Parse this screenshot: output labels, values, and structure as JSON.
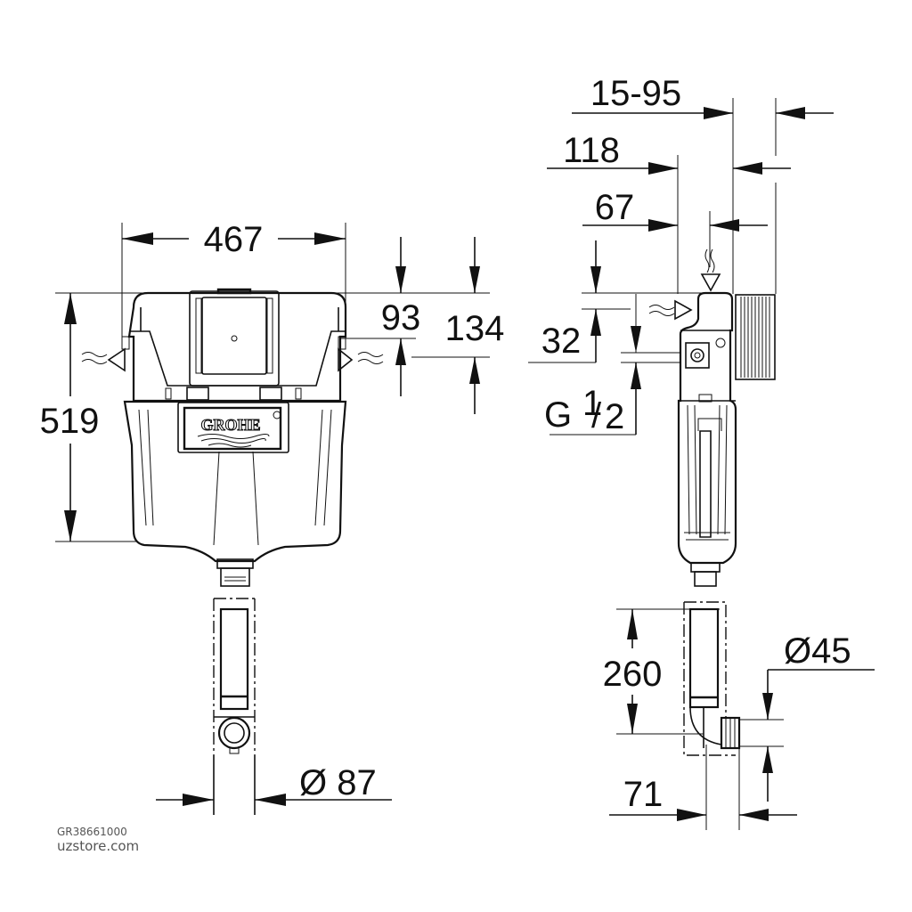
{
  "drawing": {
    "type": "technical-dimension-drawing",
    "brand_logo": "GROHE",
    "front_view": {
      "width_label": "467",
      "height_label": "519",
      "inlet_offset_1": "93",
      "inlet_offset_2": "134",
      "flush_pipe_diameter": "Ø 87"
    },
    "side_view": {
      "depth_range": "15-95",
      "depth_118": "118",
      "depth_67": "67",
      "inlet_height": "32",
      "thread_size_main": "G",
      "thread_size_num": "1",
      "thread_size_den": "2",
      "pipe_height": "260",
      "outlet_diameter": "Ø45",
      "pipe_offset": "71"
    }
  },
  "watermark": {
    "product_code": "GR38661000",
    "site": "uzstore.com"
  },
  "colors": {
    "line": "#111111",
    "background": "#ffffff",
    "watermark": "#555555"
  }
}
